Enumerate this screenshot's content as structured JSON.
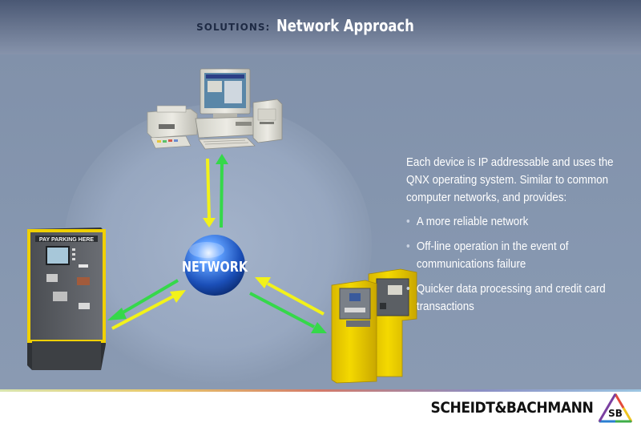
{
  "header": {
    "title_prefix": "SOLUTIONS:",
    "title_main": "Network Approach"
  },
  "diagram": {
    "hub_label": "NETWORK",
    "pay_station_sign": "PAY PARKING HERE",
    "colors": {
      "arrow_yellow": "#f2f21a",
      "arrow_green": "#35d84a",
      "device_yellow": "#f2d400",
      "hub_blue": "#1b4fb8"
    }
  },
  "content": {
    "intro": "Each device is IP addressable and uses the QNX operating system. Similar to common computer networks, and provides:",
    "bullets": [
      "A more reliable network",
      "Off-line operation in the event of communications failure",
      "Quicker data processing and credit card transactions"
    ]
  },
  "footer": {
    "brand": "SCHEIDT&BACHMANN",
    "brand_mark": "SB"
  }
}
